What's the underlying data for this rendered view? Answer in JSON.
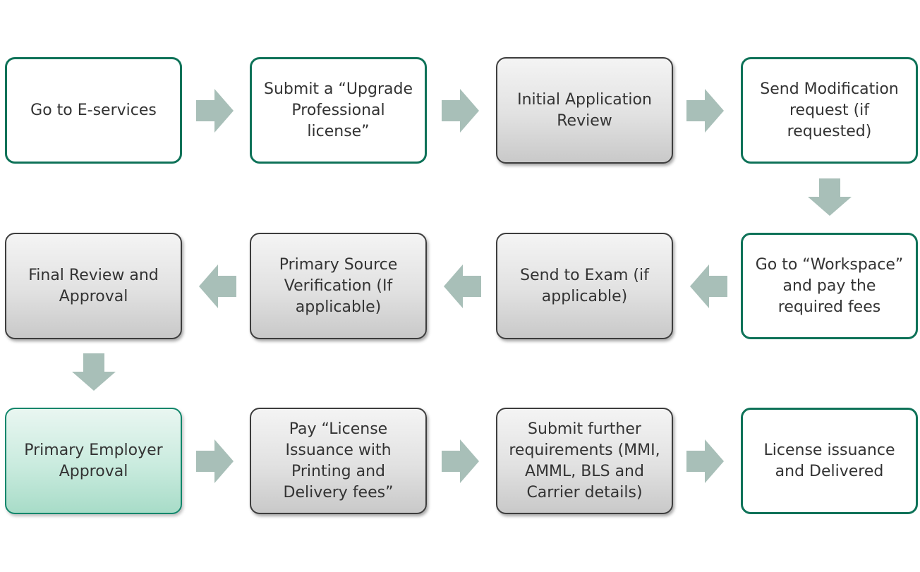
{
  "steps": [
    {
      "id": 1,
      "label": "Go to E-services"
    },
    {
      "id": 2,
      "label": "Submit a “Upgrade Professional license”"
    },
    {
      "id": 3,
      "label": "Initial Application Review"
    },
    {
      "id": 4,
      "label": "Send Modification request (if requested)"
    },
    {
      "id": 5,
      "label": "Go to “Workspace” and pay the required fees"
    },
    {
      "id": 6,
      "label": "Send to Exam (if applicable)"
    },
    {
      "id": 7,
      "label": "Primary Source Verification (If applicable)"
    },
    {
      "id": 8,
      "label": "Final Review and Approval"
    },
    {
      "id": 9,
      "label": "Primary Employer Approval"
    },
    {
      "id": 10,
      "label": "Pay “License Issuance with Printing and Delivery fees”"
    },
    {
      "id": 11,
      "label": "Submit further requirements (MMI, AMML, BLS and Carrier details)"
    },
    {
      "id": 12,
      "label": "License issuance and Delivered"
    }
  ],
  "colors": {
    "outline_border": "#0e7258",
    "gray_fill": "#e1e1e1",
    "mint_fill": "#c9ebde",
    "arrow": "#a8bfb8",
    "text": "#333333"
  }
}
